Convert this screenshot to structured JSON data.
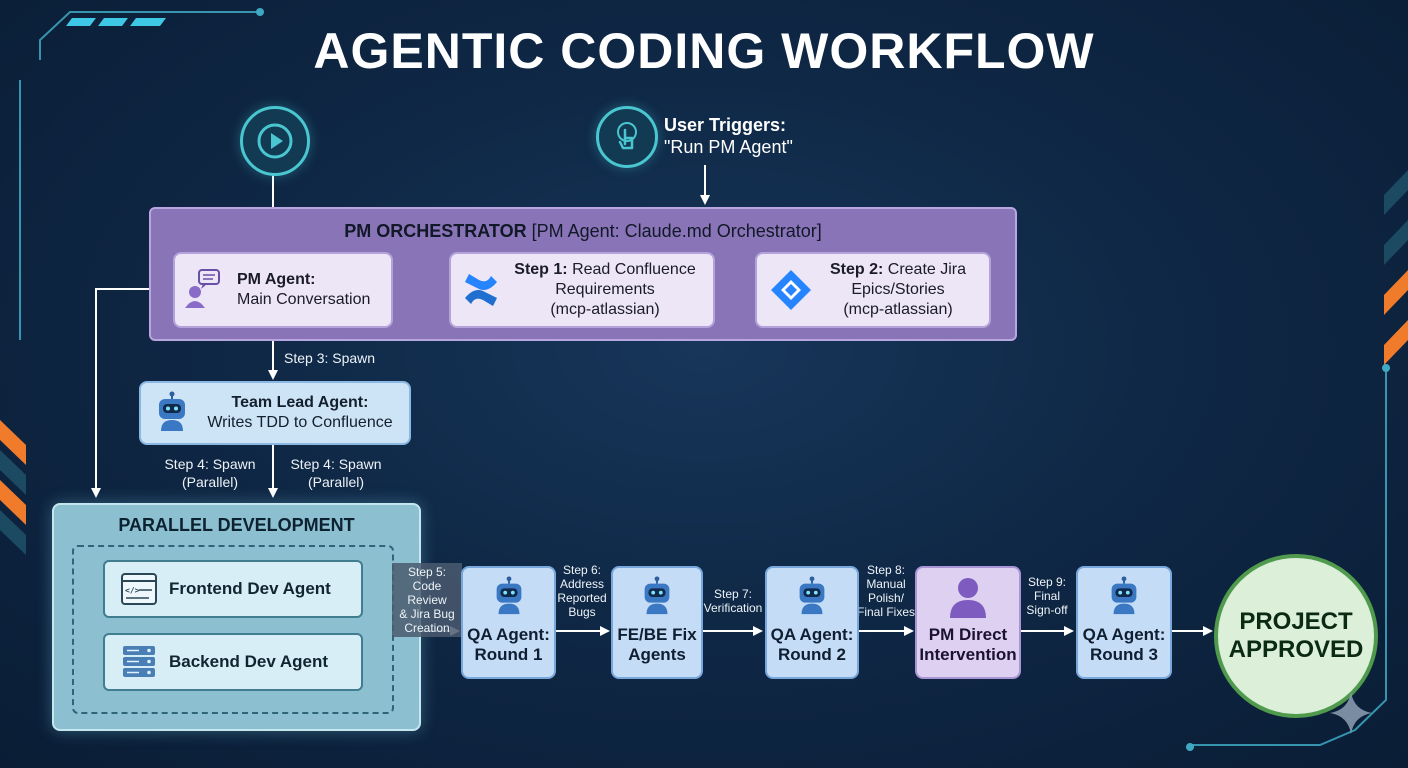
{
  "title": "AGENTIC CODING WORKFLOW",
  "trigger": {
    "bold": "User Triggers:",
    "text": "\"Run PM Agent\""
  },
  "orchestrator": {
    "bold": "PM ORCHESTRATOR",
    "text": "[PM Agent: Claude.md Orchestrator]"
  },
  "pm_agent": {
    "bold": "PM Agent:",
    "text": "Main Conversation"
  },
  "step1": {
    "bold": "Step 1:",
    "line1": "Read Confluence",
    "line2": "Requirements",
    "line3": "(mcp-atlassian)"
  },
  "step2": {
    "bold": "Step 2:",
    "line1": "Create Jira",
    "line2": "Epics/Stories",
    "line3": "(mcp-atlassian)"
  },
  "step3_label": "Step 3: Spawn",
  "team_lead": {
    "bold": "Team Lead Agent:",
    "text": "Writes TDD to Confluence"
  },
  "step4": {
    "line1": "Step 4: Spawn",
    "line2": "(Parallel)"
  },
  "parallel": {
    "title": "PARALLEL DEVELOPMENT",
    "frontend": "Frontend Dev Agent",
    "backend": "Backend Dev Agent"
  },
  "step5": [
    "Step 5:",
    "Code Review",
    "& Jira Bug",
    "Creation"
  ],
  "step6": [
    "Step 6:",
    "Address",
    "Reported",
    "Bugs"
  ],
  "step7": [
    "Step 7:",
    "Verification"
  ],
  "step8": [
    "Step 8:",
    "Manual",
    "Polish/",
    "Final Fixes"
  ],
  "step9": [
    "Step 9:",
    "Final",
    "Sign-off"
  ],
  "qa1": [
    "QA Agent:",
    "Round 1"
  ],
  "fix": [
    "FE/BE Fix",
    "Agents"
  ],
  "qa2": [
    "QA Agent:",
    "Round 2"
  ],
  "pm_direct": [
    "PM Direct",
    "Intervention"
  ],
  "qa3": [
    "QA Agent:",
    "Round 3"
  ],
  "approved": [
    "PROJECT",
    "APPROVED"
  ],
  "colors": {
    "accent_teal": "#49c6cf",
    "orchestrator_purple": "#8a74b8",
    "approved_green": "#4f9a4c",
    "qa_blue": "#c4dcf6",
    "orange_stripe": "#f07b2a"
  },
  "icons": [
    "play-icon",
    "touch-icon",
    "chat-user-icon",
    "confluence-icon",
    "jira-icon",
    "robot-icon",
    "browser-code-icon",
    "server-icon",
    "user-icon",
    "sparkle-icon"
  ]
}
